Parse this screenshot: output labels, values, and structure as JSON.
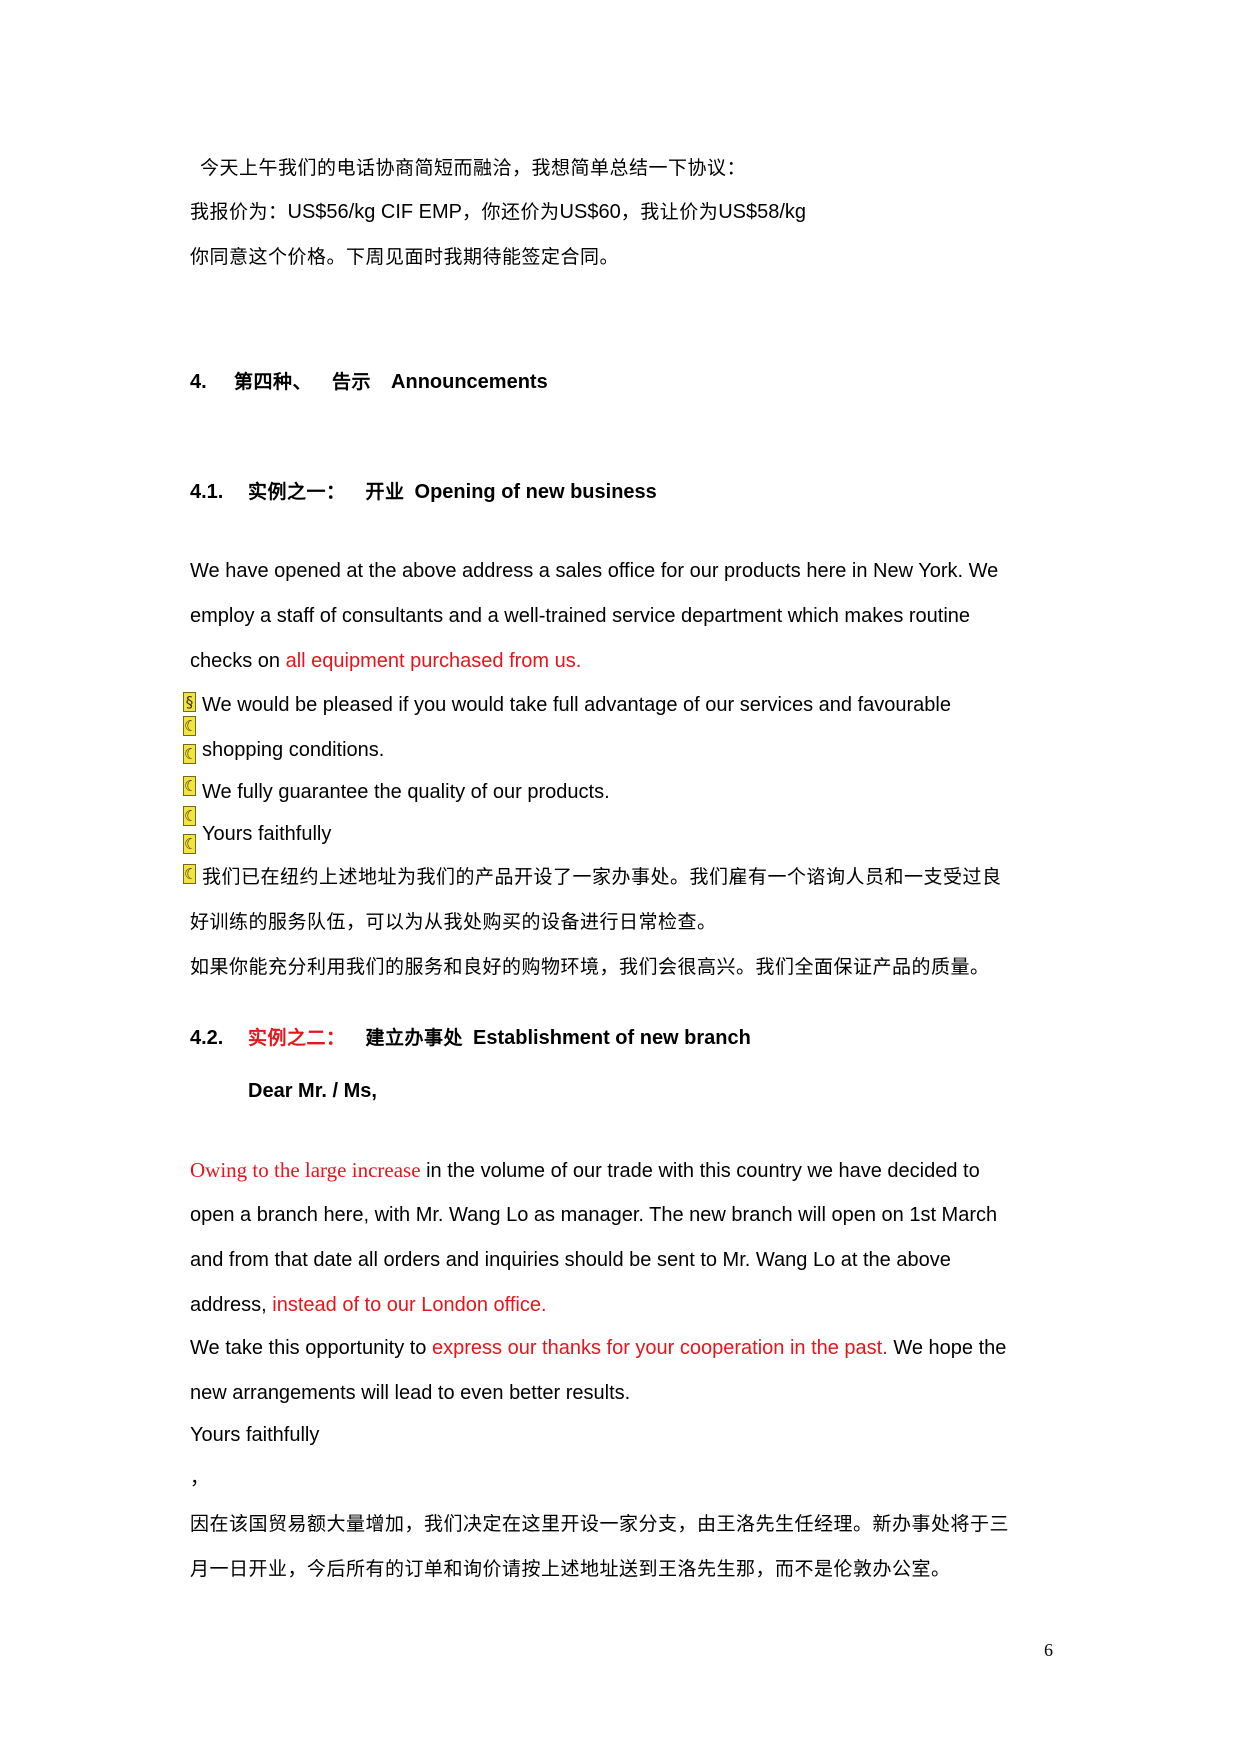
{
  "intro": {
    "line1": "今天上午我们的电话协商简短而融洽，我想简单总结一下协议：",
    "line2_cn1": "我报价为：",
    "line2_en1": "US$56/kg CIF EMP",
    "line2_cn2": "，你还价为",
    "line2_en2": "US$60",
    "line2_cn3": "，我让价为",
    "line2_en3": "US$58/kg",
    "line3": "你同意这个价格。下周见面时我期待能签定合同。"
  },
  "section4": {
    "number": "4.",
    "title_cn1": "第四种、",
    "title_cn2": "告示",
    "title_en": "Announcements"
  },
  "section4_1": {
    "number": "4.1.",
    "title_cn1": "实例之一：",
    "title_cn2": "开业",
    "title_en": "Opening of new business",
    "p1_line1": "We have opened at the above address a sales office for our products here in New York. We",
    "p1_line2": "employ a staff of consultants and a well-trained service department which makes routine",
    "p1_line3_a": "checks on ",
    "p1_line3_red": "all equipment purchased from us.",
    "p2_line1": "We would be pleased if you would take full advantage of our services and favourable",
    "p2_line2": "shopping conditions.",
    "p3": "We fully guarantee the quality of our products.",
    "closing": "Yours faithfully",
    "cn_line1": "我们已在纽约上述地址为我们的产品开设了一家办事处。我们雇有一个谘询人员和一支受过良",
    "cn_line2": "好训练的服务队伍，可以为从我处购买的设备进行日常检查。",
    "cn_line3": "如果你能充分利用我们的服务和良好的购物环境，我们会很高兴。我们全面保证产品的质量。"
  },
  "section4_2": {
    "number": "4.2.",
    "title_cn1": "实例之二：",
    "title_cn2": "建立办事处",
    "title_en": "Establishment of new branch",
    "salutation": "Dear Mr. / Ms,",
    "p1_line1_red": "Owing to the large increase",
    "p1_line1_b": " in the volume of our trade with this country we have decided to",
    "p1_line2": "open a branch here, with Mr. Wang Lo as manager. The new branch will open on 1st March",
    "p1_line3": "and from that date all orders and inquiries should be sent to Mr. Wang Lo at the above",
    "p1_line4_a": "address, ",
    "p1_line4_red": "instead of to our London office.",
    "p2_line1_a": "We take this opportunity to ",
    "p2_line1_red": "express our thanks for your cooperation in the past.",
    "p2_line1_b": " We hope the",
    "p2_line2": "new arrangements will lead to even better results.",
    "closing": "Yours faithfully",
    "comma": "，",
    "cn_line1": "因在该国贸易额大量增加，我们决定在这里开设一家分支，由王洛先生任经理。新办事处将于三",
    "cn_line2": "月一日开业，今后所有的订单和询价请按上述地址送到王洛先生那，而不是伦敦办公室。"
  },
  "page_number": "6",
  "colors": {
    "highlight_red": "#e8141b",
    "marker_yellow": "#f4e33a"
  }
}
